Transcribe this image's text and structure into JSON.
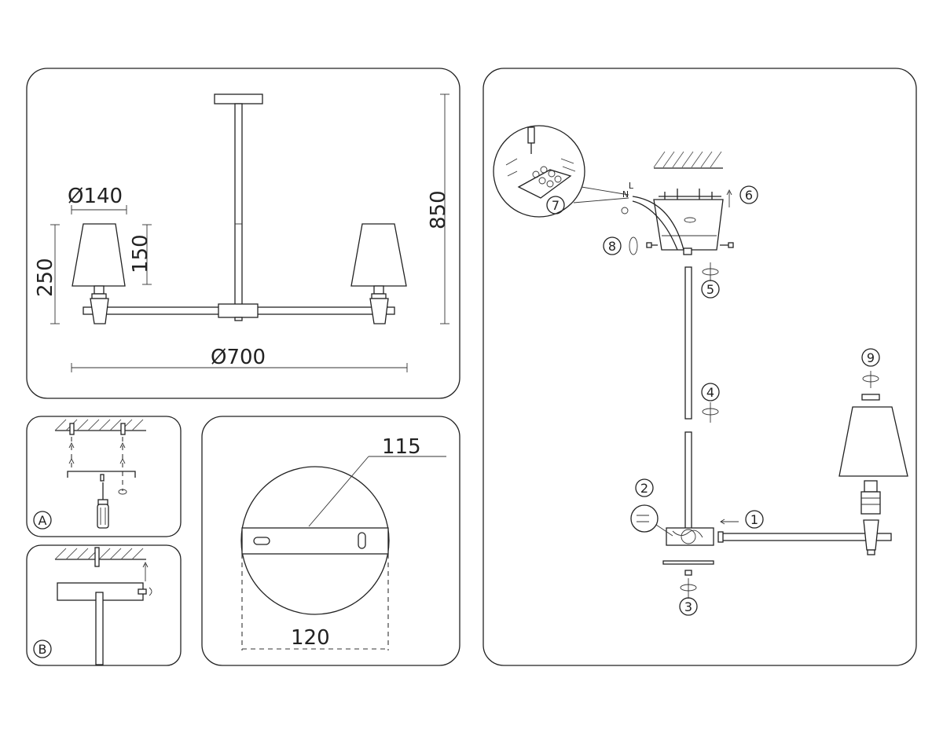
{
  "dimensions": {
    "shade_diameter": "Ø140",
    "shade_height": "150",
    "total_height": "250",
    "overall_height": "850",
    "span": "Ø700",
    "plate_diameter": "115",
    "plate_width": "120"
  },
  "panel_labels": {
    "a": "A",
    "b": "B"
  },
  "steps": [
    "1",
    "2",
    "3",
    "4",
    "5",
    "6",
    "7",
    "8",
    "9"
  ],
  "wire_labels": {
    "live": "L",
    "neutral": "N"
  }
}
